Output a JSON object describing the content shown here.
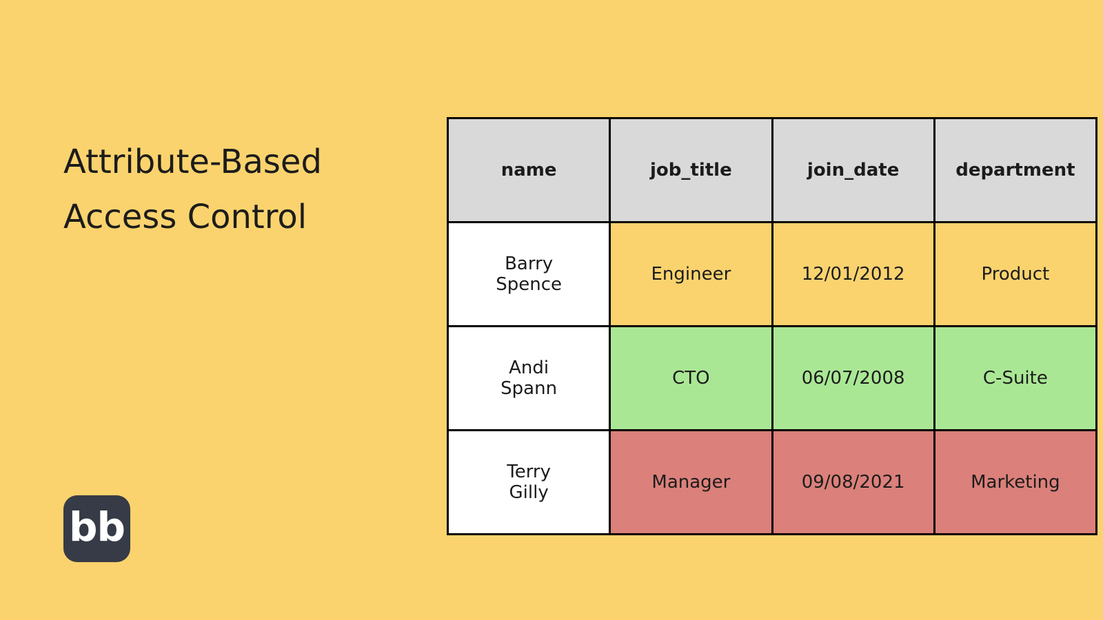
{
  "title": "Attribute-Based Access Control",
  "logo": {
    "text": "bb"
  },
  "table": {
    "columns": [
      "name",
      "job_title",
      "join_date",
      "department"
    ],
    "rows": [
      {
        "color": "yellow",
        "cells": [
          "Barry\nSpence",
          "Engineer",
          "12/01/2012",
          "Product"
        ]
      },
      {
        "color": "green",
        "cells": [
          "Andi\nSpann",
          "CTO",
          "06/07/2008",
          "C-Suite"
        ]
      },
      {
        "color": "red",
        "cells": [
          "Terry\nGilly",
          "Manager",
          "09/08/2021",
          "Marketing"
        ]
      }
    ]
  },
  "colors": {
    "background": "#FAD36E",
    "header-cell": "#D9D9D9",
    "row-yellow": "#FAD36E",
    "row-green": "#AAE795",
    "row-red": "#DB807A",
    "name-cell": "#FFFFFF",
    "table-border": "#000000",
    "title-text": "#1C1C1C",
    "logo-bg": "#373B47",
    "logo-text": "#FFFFFF"
  }
}
